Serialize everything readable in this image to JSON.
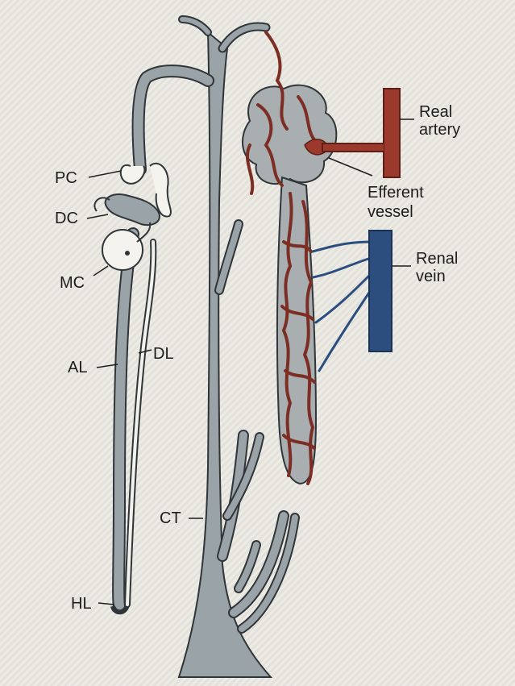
{
  "labels": {
    "pc": "PC",
    "dc": "DC",
    "mc": "MC",
    "al": "AL",
    "dl": "DL",
    "hl": "HL",
    "ct": "CT",
    "real_artery_line1": "Real",
    "real_artery_line2": "artery",
    "efferent_line1": "Efferent",
    "efferent_line2": "vessel",
    "renal_vein_line1": "Renal",
    "renal_vein_line2": "vein"
  },
  "colors": {
    "tubule_fill": "#9aa3a8",
    "tubule_stroke": "#2f3538",
    "artery": "#9b3a2c",
    "vein": "#2b4e7e",
    "label_text": "#1d1d1d"
  }
}
